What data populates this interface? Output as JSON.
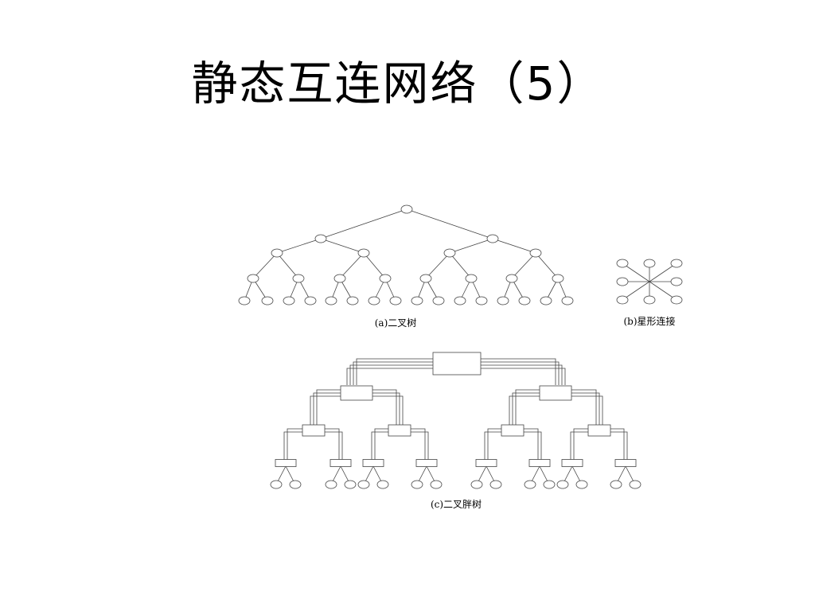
{
  "slide": {
    "title": "静态互连网络（5）"
  },
  "figures": {
    "binary_tree_caption": "(a)二叉树",
    "star_caption": "(b)星形连接",
    "fat_tree_caption": "(c)二叉胖树"
  },
  "colors": {
    "line": "#444444",
    "background": "#ffffff"
  }
}
